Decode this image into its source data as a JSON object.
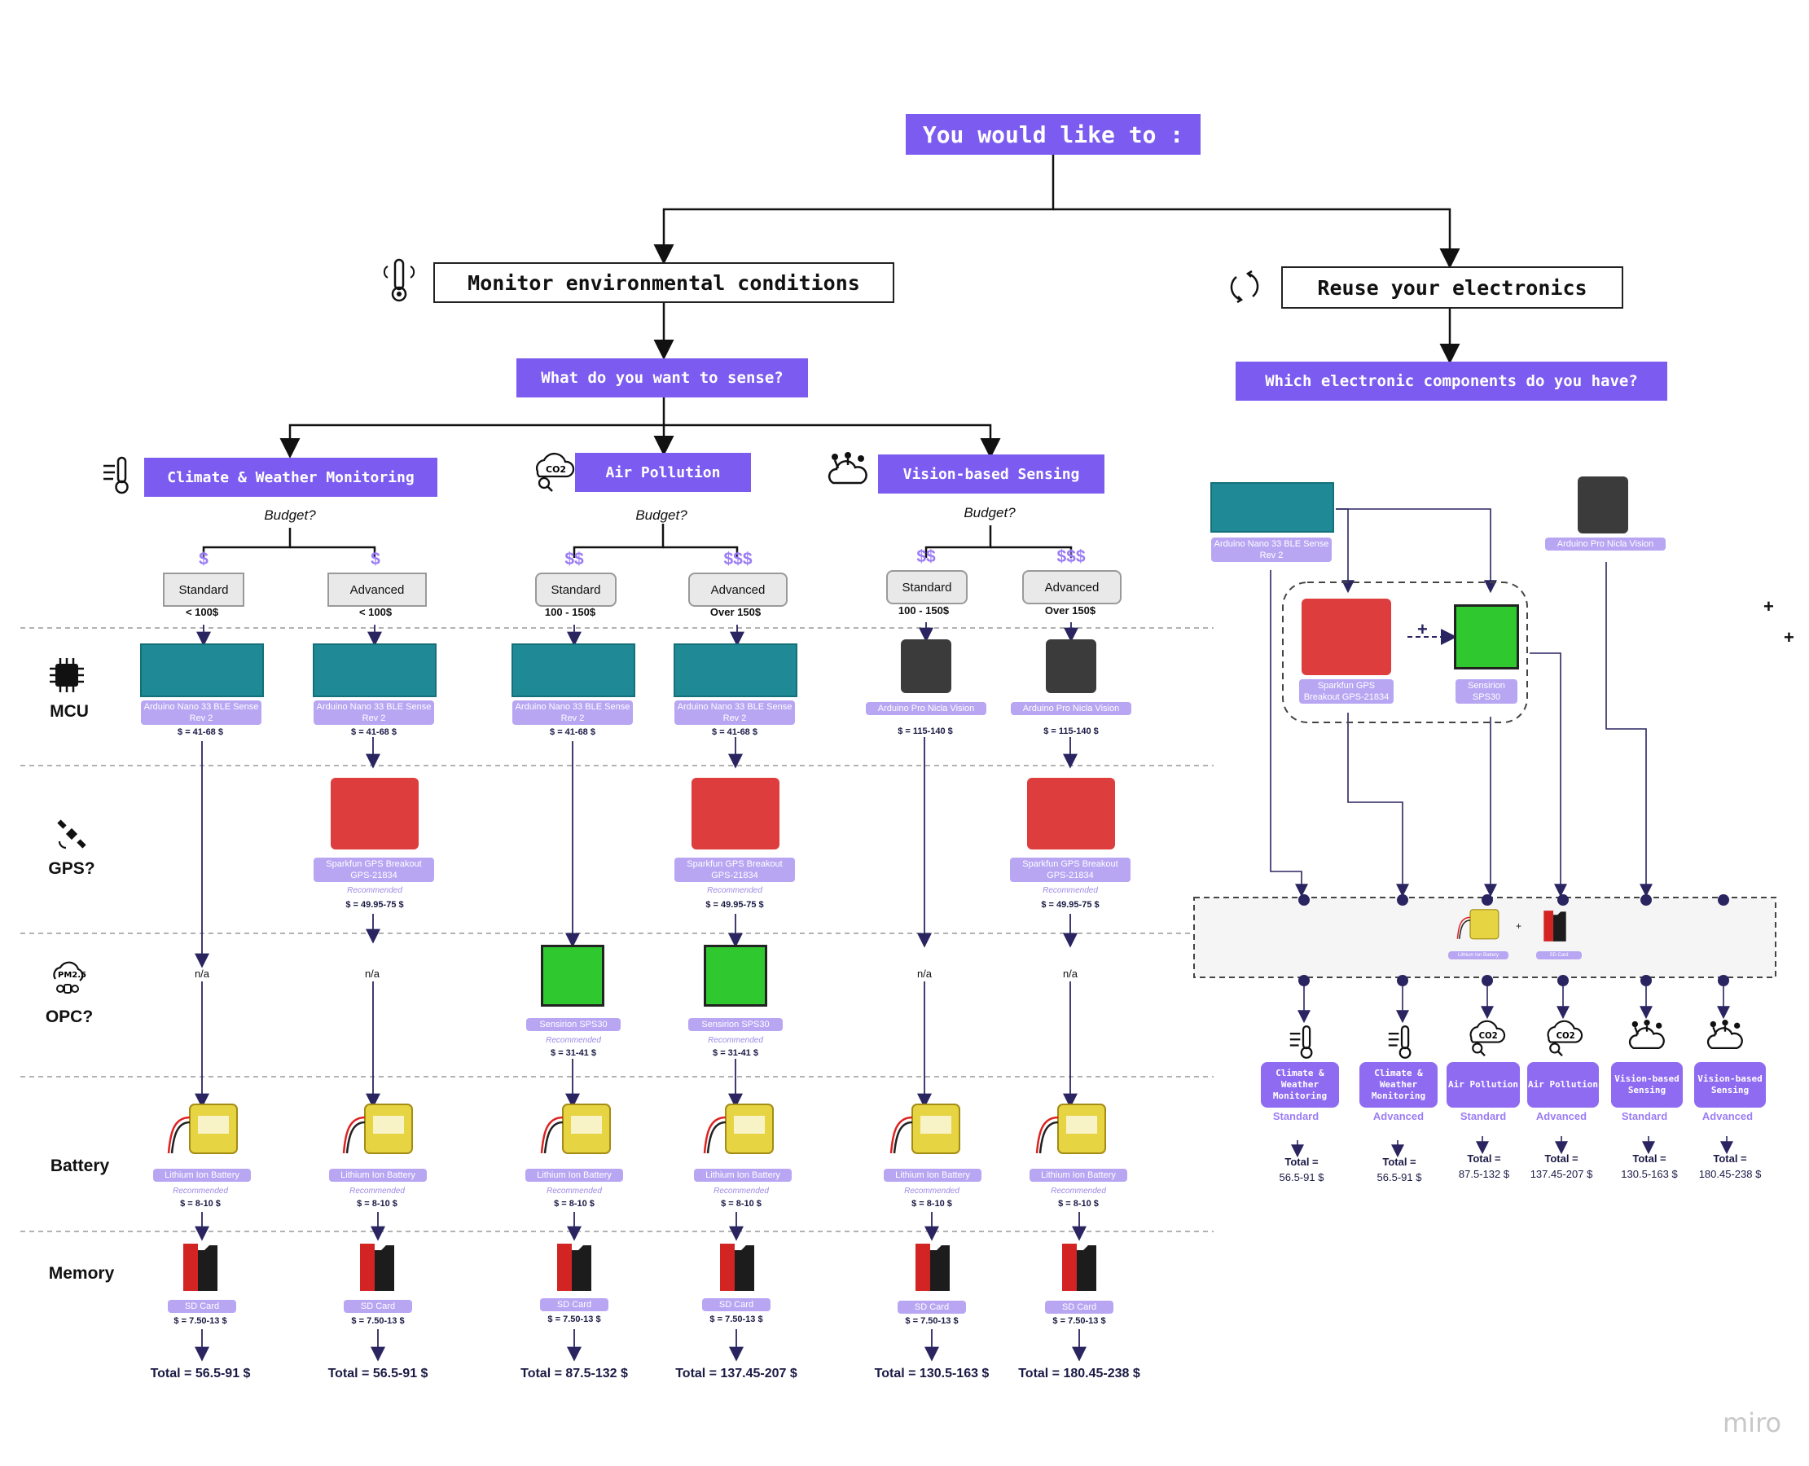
{
  "title": "You would like to :",
  "left": {
    "header": "Monitor environmental conditions",
    "question": "What do you want to sense?",
    "categories": [
      {
        "label": "Climate & Weather Monitoring",
        "budget": "Budget?"
      },
      {
        "label": "Air Pollution",
        "budget": "Budget?"
      },
      {
        "label": "Vision-based Sensing",
        "budget": "Budget?"
      }
    ],
    "columns": [
      {
        "dollar": "$",
        "tier": "Standard",
        "range": "< 100$",
        "mcu": "Arduino Nano 33 BLE Sense Rev 2",
        "mcu_price": "$ = 41-68 $",
        "gps": "",
        "opc": "n/a",
        "battery": "Lithium Ion Battery",
        "battery_rec": "Recommended",
        "battery_price": "$ = 8-10 $",
        "memory": "SD Card",
        "memory_price": "$ = 7.50-13 $",
        "total": "Total = 56.5-91 $"
      },
      {
        "dollar": "$",
        "tier": "Advanced",
        "range": "< 100$",
        "mcu": "Arduino Nano 33 BLE Sense Rev 2",
        "mcu_price": "$ = 41-68 $",
        "gps": "Sparkfun GPS Breakout GPS-21834",
        "gps_rec": "Recommended",
        "gps_price": "$ = 49.95-75 $",
        "opc": "n/a",
        "battery": "Lithium Ion Battery",
        "battery_rec": "Recommended",
        "battery_price": "$ = 8-10 $",
        "memory": "SD Card",
        "memory_price": "$ = 7.50-13 $",
        "total": "Total = 56.5-91 $"
      },
      {
        "dollar": "$$",
        "tier": "Standard",
        "range": "100 - 150$",
        "mcu": "Arduino Nano 33 BLE Sense Rev 2",
        "mcu_price": "$ = 41-68 $",
        "gps": "",
        "opc": "Sensirion SPS30",
        "opc_rec": "Recommended",
        "opc_price": "$ = 31-41 $",
        "battery": "Lithium Ion Battery",
        "battery_rec": "Recommended",
        "battery_price": "$ = 8-10 $",
        "memory": "SD Card",
        "memory_price": "$ = 7.50-13 $",
        "total": "Total = 87.5-132 $"
      },
      {
        "dollar": "$$$",
        "tier": "Advanced",
        "range": "Over 150$",
        "mcu": "Arduino Nano 33 BLE Sense Rev 2",
        "mcu_price": "$ = 41-68 $",
        "gps": "Sparkfun GPS Breakout GPS-21834",
        "gps_rec": "Recommended",
        "gps_price": "$ = 49.95-75 $",
        "opc": "Sensirion SPS30",
        "opc_rec": "Recommended",
        "opc_price": "$ = 31-41 $",
        "battery": "Lithium Ion Battery",
        "battery_rec": "Recommended",
        "battery_price": "$ = 8-10 $",
        "memory": "SD Card",
        "memory_price": "$ = 7.50-13 $",
        "total": "Total = 137.45-207 $"
      },
      {
        "dollar": "$$",
        "tier": "Standard",
        "range": "100 - 150$",
        "mcu": "Arduino Pro Nicla Vision",
        "mcu_price": "$ =  115-140 $",
        "gps": "",
        "opc": "n/a",
        "battery": "Lithium Ion Battery",
        "battery_rec": "Recommended",
        "battery_price": "$ = 8-10 $",
        "memory": "SD Card",
        "memory_price": "$ = 7.50-13 $",
        "total": "Total = 130.5-163 $"
      },
      {
        "dollar": "$$$",
        "tier": "Advanced",
        "range": "Over 150$",
        "mcu": "Arduino Pro Nicla Vision",
        "mcu_price": "$ =  115-140 $",
        "gps": "Sparkfun GPS Breakout GPS-21834",
        "gps_rec": "Recommended",
        "gps_price": "$ = 49.95-75 $",
        "opc": "n/a",
        "battery": "Lithium Ion Battery",
        "battery_rec": "Recommended",
        "battery_price": "$ = 8-10 $",
        "memory": "SD Card",
        "memory_price": "$ = 7.50-13 $",
        "total": "Total = 180.45-238 $"
      }
    ],
    "row_labels": {
      "mcu": "MCU",
      "gps": "GPS?",
      "opc": "OPC?",
      "battery": "Battery",
      "memory": "Memory"
    }
  },
  "right": {
    "header": "Reuse your electronics",
    "question": "Which electronic components do you have?",
    "components": {
      "nano": "Arduino Nano 33 BLE Sense Rev 2",
      "nicla": "Arduino Pro Nicla Vision",
      "gps": "Sparkfun GPS Breakout GPS-21834",
      "sensirion": "Sensirion SPS30",
      "battery": "Lithium Ion Battery",
      "sd": "SD Card",
      "plus": "+"
    },
    "outcomes": [
      {
        "label": "Climate & Weather Monitoring",
        "tier": "Standard",
        "total_label": "Total =",
        "total": "56.5-91 $"
      },
      {
        "label": "Climate & Weather Monitoring",
        "tier": "Advanced",
        "total_label": "Total =",
        "total": "56.5-91 $"
      },
      {
        "label": "Air Pollution",
        "tier": "Standard",
        "total_label": "Total =",
        "total": "87.5-132 $"
      },
      {
        "label": "Air Pollution",
        "tier": "Advanced",
        "total_label": "Total =",
        "total": "137.45-207 $"
      },
      {
        "label": "Vision-based Sensing",
        "tier": "Standard",
        "total_label": "Total =",
        "total": "130.5-163 $"
      },
      {
        "label": "Vision-based Sensing",
        "tier": "Advanced",
        "total_label": "Total =",
        "total": "180.45-238 $"
      }
    ]
  },
  "watermark": "miro",
  "colors": {
    "purple": "#7c5cf0",
    "lavender": "#b8a6f3",
    "navy": "#1b1a45"
  }
}
